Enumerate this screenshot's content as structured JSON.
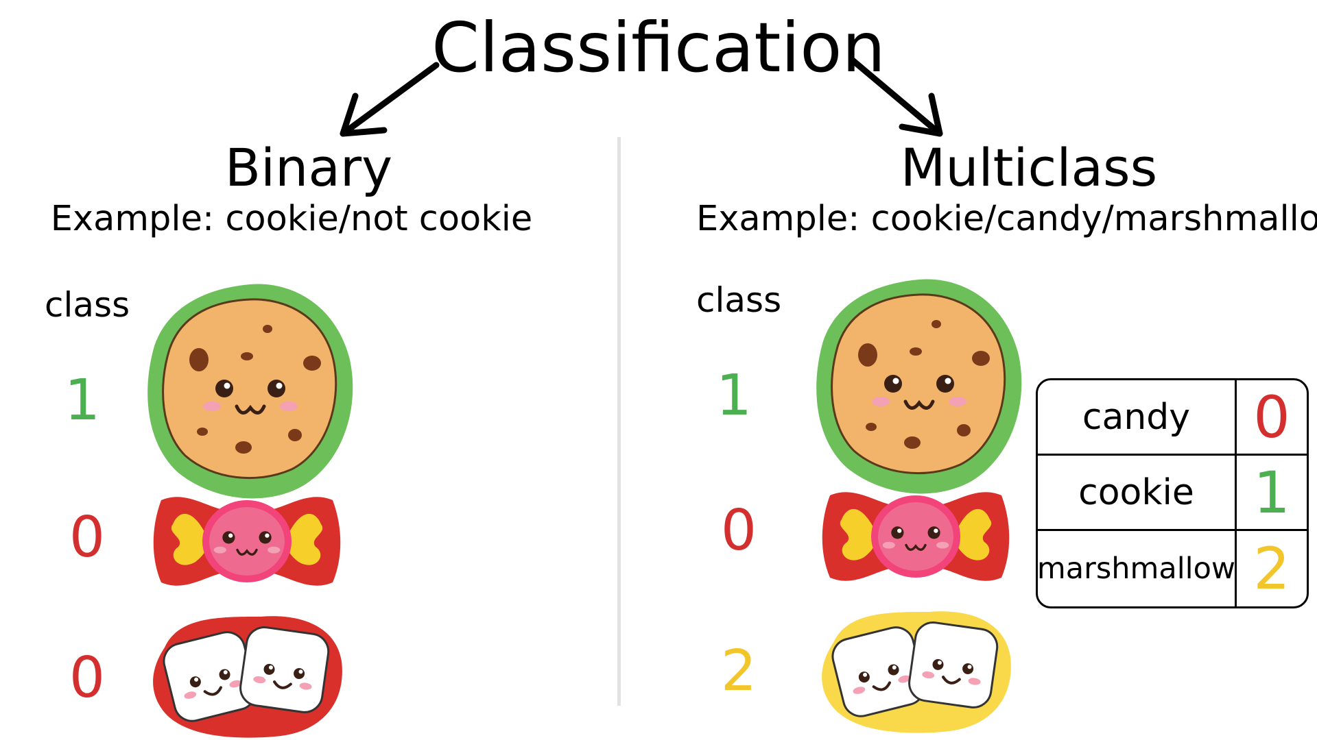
{
  "title": "Classification",
  "colors": {
    "one": "#4caf50",
    "zero": "#d32f2f",
    "two": "#f2c52b",
    "divider": "#e2e2e2"
  },
  "binary": {
    "heading": "Binary",
    "subtitle": "Example: cookie/not cookie",
    "class_label": "class",
    "rows": [
      {
        "item": "cookie-icon",
        "value": "1",
        "color": "#4caf50"
      },
      {
        "item": "candy-icon",
        "value": "0",
        "color": "#d32f2f"
      },
      {
        "item": "marshmallow-icon",
        "value": "0",
        "color": "#d32f2f"
      }
    ]
  },
  "multiclass": {
    "heading": "Multiclass",
    "subtitle": "Example: cookie/candy/marshmallow",
    "class_label": "class",
    "rows": [
      {
        "item": "cookie-icon",
        "value": "1",
        "color": "#4caf50"
      },
      {
        "item": "candy-icon",
        "value": "0",
        "color": "#d32f2f"
      },
      {
        "item": "marshmallow-icon",
        "value": "2",
        "color": "#f2c52b"
      }
    ],
    "legend": [
      {
        "label": "candy",
        "value": "0",
        "color": "#d32f2f"
      },
      {
        "label": "cookie",
        "value": "1",
        "color": "#4caf50"
      },
      {
        "label": "marshmallow",
        "value": "2",
        "color": "#f2c52b"
      }
    ]
  }
}
